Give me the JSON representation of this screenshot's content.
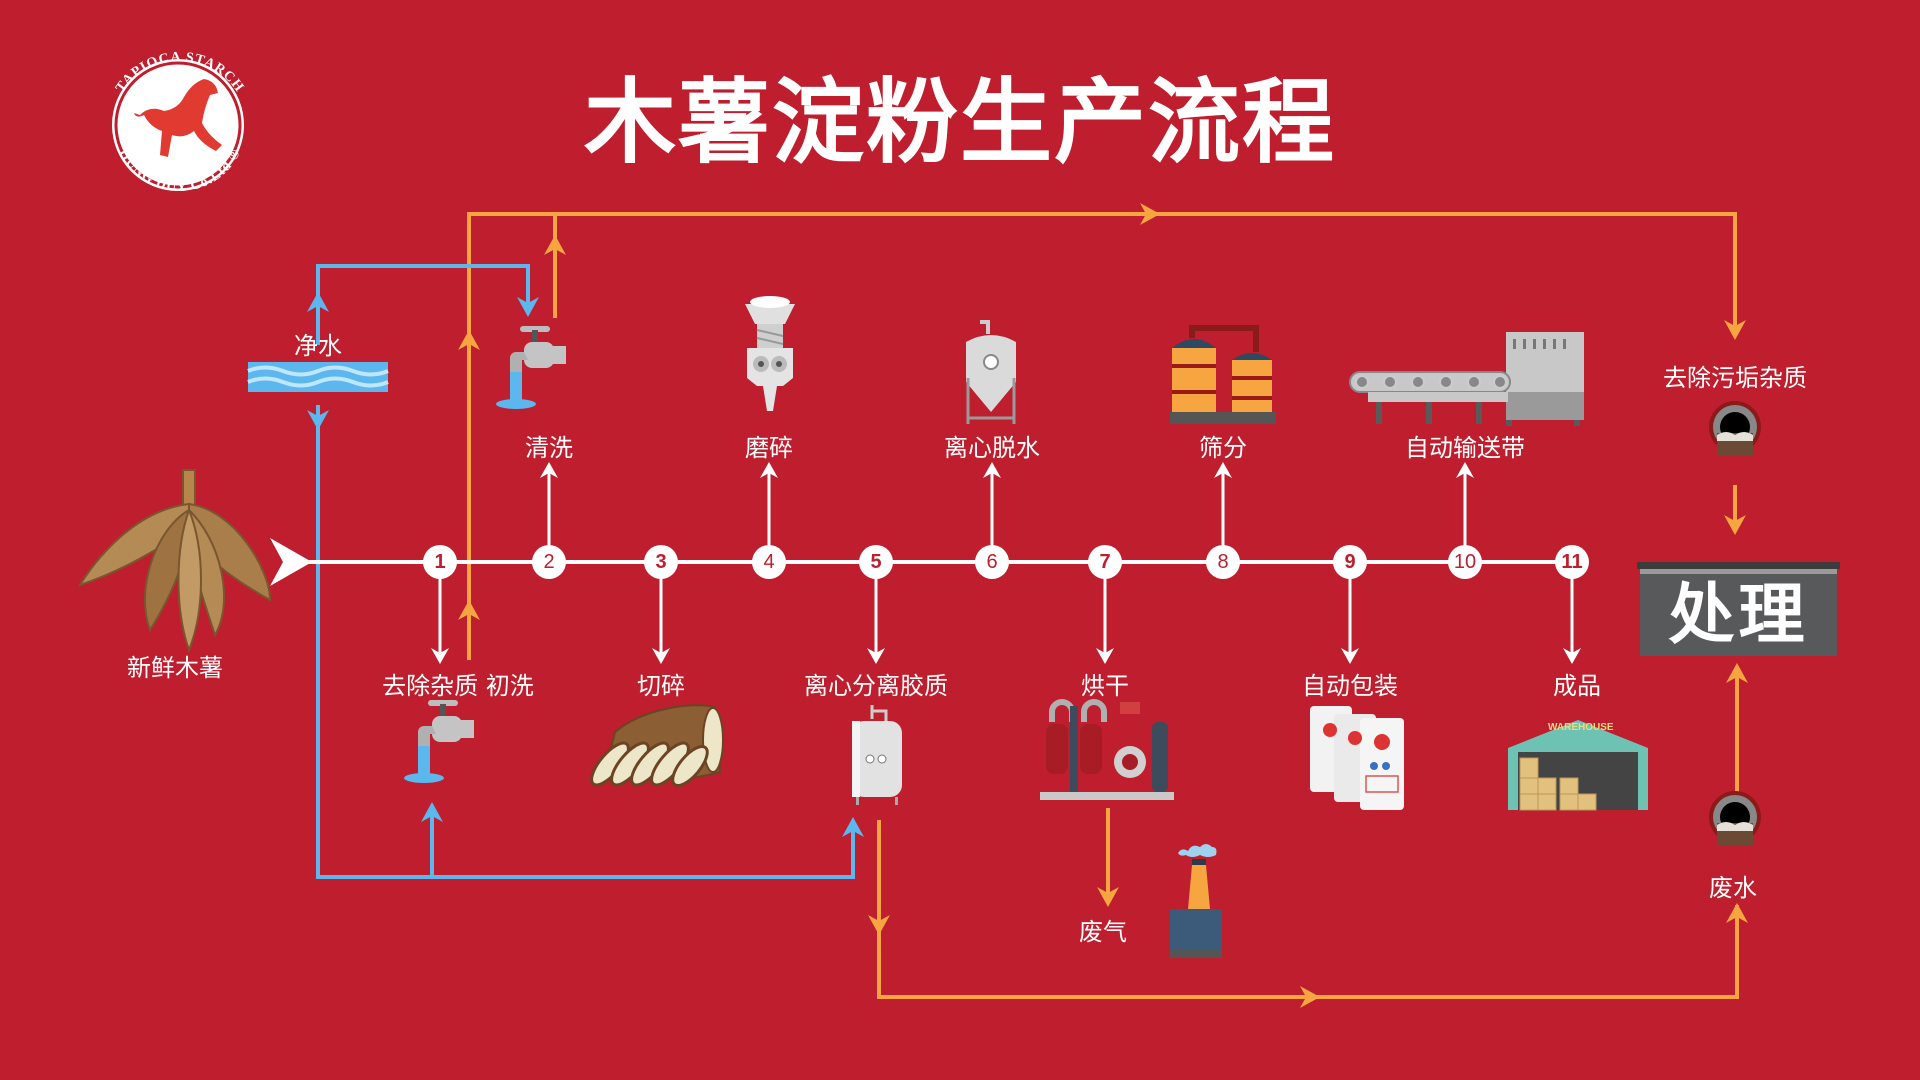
{
  "title": "木薯淀粉生产流程",
  "logo": {
    "top_text": "TAPIOCA STARCH",
    "bottom_text": "HUNG DUY Co.Ltd",
    "registered": "®",
    "icon": "horse-icon"
  },
  "colors": {
    "background": "#BE1E2D",
    "main_line": "#FFFFFF",
    "water_line": "#5BB7EE",
    "waste_line": "#F7A541",
    "treatment_box": "#58595B"
  },
  "input": {
    "label": "新鲜木薯",
    "icon": "cassava-icon"
  },
  "clean_water": {
    "label": "净水",
    "icon": "water-waves-icon"
  },
  "steps": [
    {
      "number": "1",
      "label": "去除杂质 初洗",
      "position": "below",
      "icon": "faucet-icon"
    },
    {
      "number": "2",
      "label": "清洗",
      "position": "above",
      "icon": "faucet-icon"
    },
    {
      "number": "3",
      "label": "切碎",
      "position": "below",
      "icon": "sliced-cassava-icon"
    },
    {
      "number": "4",
      "label": "磨碎",
      "position": "above",
      "icon": "grinder-icon"
    },
    {
      "number": "5",
      "label": "离心分离胶质",
      "position": "below",
      "icon": "tank-icon"
    },
    {
      "number": "6",
      "label": "离心脱水",
      "position": "above",
      "icon": "centrifuge-tank-icon"
    },
    {
      "number": "7",
      "label": "烘干",
      "position": "below",
      "icon": "dryer-plant-icon"
    },
    {
      "number": "8",
      "label": "筛分",
      "position": "above",
      "icon": "silo-icon"
    },
    {
      "number": "9",
      "label": "自动包装",
      "position": "below",
      "icon": "starch-bags-icon"
    },
    {
      "number": "10",
      "label": "自动输送带",
      "position": "above",
      "icon": "conveyor-icon"
    },
    {
      "number": "11",
      "label": "成品",
      "position": "below",
      "icon": "warehouse-icon"
    }
  ],
  "warehouse_sign": "WAREHOUSE",
  "waste": {
    "gas_label": "废气",
    "gas_icon": "factory-chimney-icon",
    "dirt_label": "去除污垢杂质",
    "water_label": "废水",
    "pipe_icon": "drain-pipe-icon"
  },
  "treatment": {
    "label": "处理"
  }
}
